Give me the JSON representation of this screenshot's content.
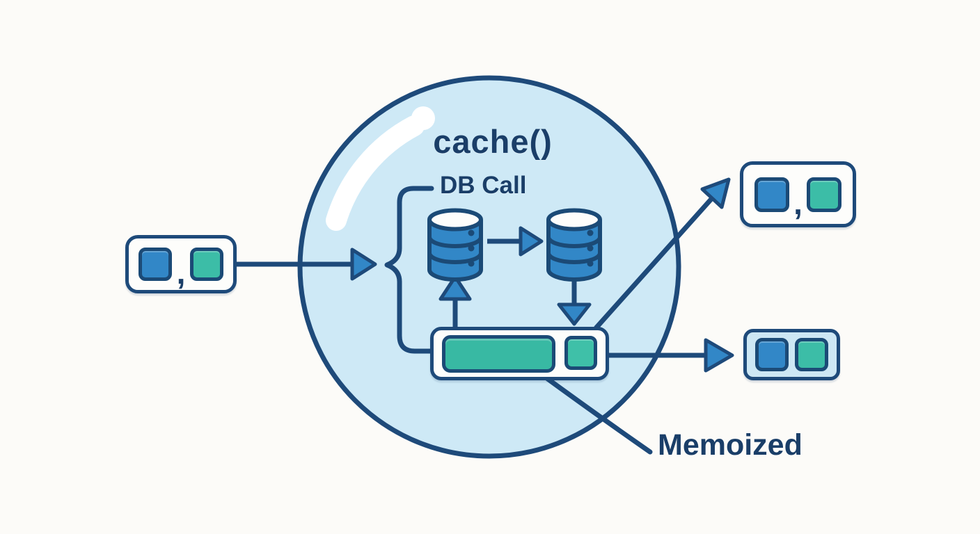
{
  "bubble": {
    "title": "cache()",
    "db_call_label": "DB Call"
  },
  "annotations": {
    "memoized_label": "Memoized"
  },
  "input_box": {
    "separator": ","
  },
  "output_box_top": {
    "separator": ","
  },
  "icons": {
    "database": "database-icon",
    "arrow": "arrow-icon",
    "brace": "curly-brace",
    "shine": "bubble-shine"
  },
  "colors": {
    "background": "#fcfbf8",
    "navy_line": "#1e4a7a",
    "navy_text": "#1a3e68",
    "blue_square": "#3287c7",
    "teal_square": "#3cbda7",
    "memo_bar_teal": "#38b9a3",
    "bubble_fill": "#cee9f6",
    "card_white": "#fdfdfb",
    "card_light_blue": "#cde7f4",
    "shine_white": "#ffffff"
  }
}
